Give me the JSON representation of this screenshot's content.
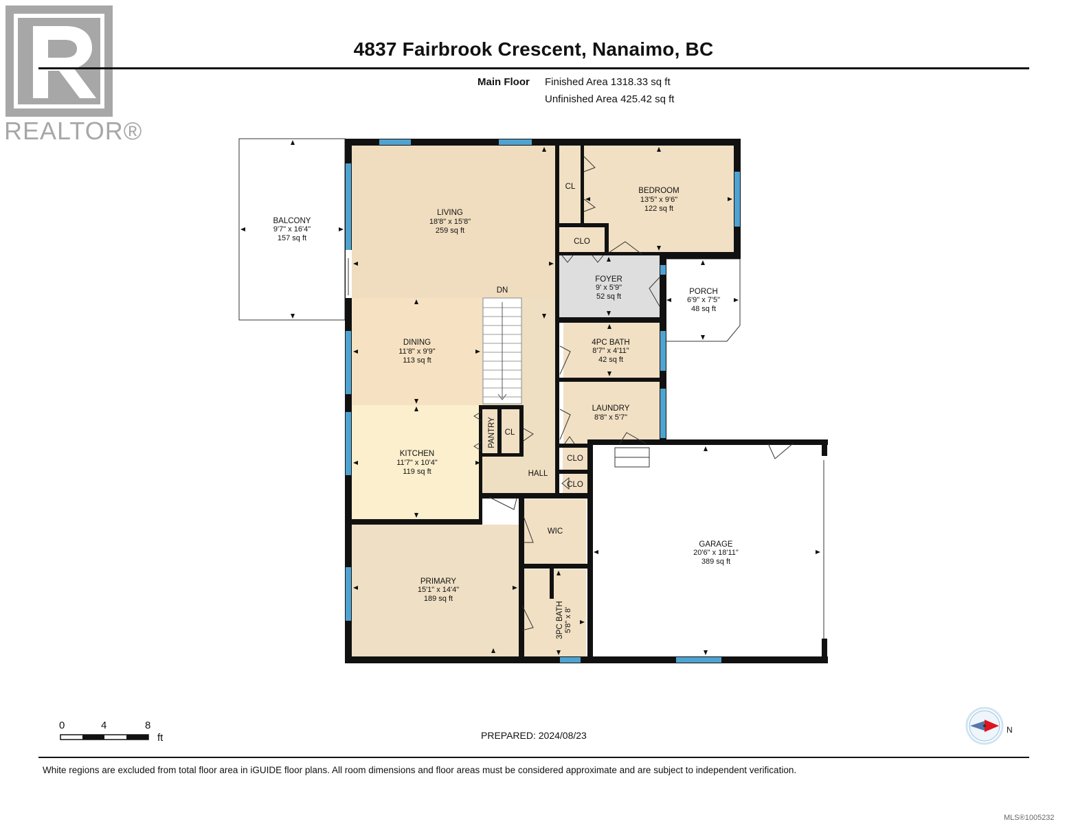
{
  "header": {
    "title": "4837 Fairbrook Crescent, Nanaimo, BC",
    "floor_label": "Main Floor",
    "finished_area": "Finished Area 1318.33 sq ft",
    "unfinished_area": "Unfinished Area 425.42 sq ft"
  },
  "logo": {
    "text": "REALTOR®",
    "icon": "realtor-r-logo-icon",
    "color": "#a7a7a7"
  },
  "rooms": {
    "balcony": {
      "name": "BALCONY",
      "dims": "9'7\" x 16'4\"",
      "area": "157 sq ft"
    },
    "living": {
      "name": "LIVING",
      "dims": "18'8\" x 15'8\"",
      "area": "259 sq ft"
    },
    "bedroom": {
      "name": "BEDROOM",
      "dims": "13'5\" x 9'6\"",
      "area": "122 sq ft"
    },
    "foyer": {
      "name": "FOYER",
      "dims": "9' x 5'9\"",
      "area": "52 sq ft"
    },
    "porch": {
      "name": "PORCH",
      "dims": "6'9\" x 7'5\"",
      "area": "48 sq ft"
    },
    "dining": {
      "name": "DINING",
      "dims": "11'8\" x 9'9\"",
      "area": "113 sq ft"
    },
    "bath4": {
      "name": "4PC BATH",
      "dims": "8'7\" x 4'11\"",
      "area": "42 sq ft"
    },
    "laundry": {
      "name": "LAUNDRY",
      "dims": "8'8\" x 5'7\""
    },
    "kitchen": {
      "name": "KITCHEN",
      "dims": "11'7\" x 10'4\"",
      "area": "119 sq ft"
    },
    "garage": {
      "name": "GARAGE",
      "dims": "20'6\" x 18'11\"",
      "area": "389 sq ft"
    },
    "primary": {
      "name": "PRIMARY",
      "dims": "15'1\" x 14'4\"",
      "area": "189 sq ft"
    },
    "bath3": {
      "name": "3PC BATH",
      "dims": "5'8\" x 8'"
    }
  },
  "labels": {
    "cl_bedroom": "CL",
    "clo_bedroom": "CLO",
    "dn": "DN",
    "pantry": "PANTRY",
    "cl_kitchen": "CL",
    "hall": "HALL",
    "clo_1": "CLO",
    "clo_2": "CLO",
    "wic": "WIC"
  },
  "colors": {
    "living": "#f0ddbf",
    "dining": "#f6e2c2",
    "kitchen": "#fbefcd",
    "bedroom": "#f1e0c4",
    "primary": "#efdfc4",
    "foyer": "#dedede",
    "hall": "#efdfc2",
    "wall": "#111111",
    "window": "#4fa3d1"
  },
  "scale": {
    "tick_0": "0",
    "tick_4": "4",
    "tick_8": "8",
    "unit": "ft"
  },
  "prepared": "PREPARED: 2024/08/23",
  "compass": {
    "label": "N",
    "icon": "compass-icon"
  },
  "disclaimer": "White regions are excluded from total floor area in iGUIDE floor plans. All room dimensions and floor areas must be considered approximate and are subject to independent verification.",
  "mls": "MLS®1005232"
}
